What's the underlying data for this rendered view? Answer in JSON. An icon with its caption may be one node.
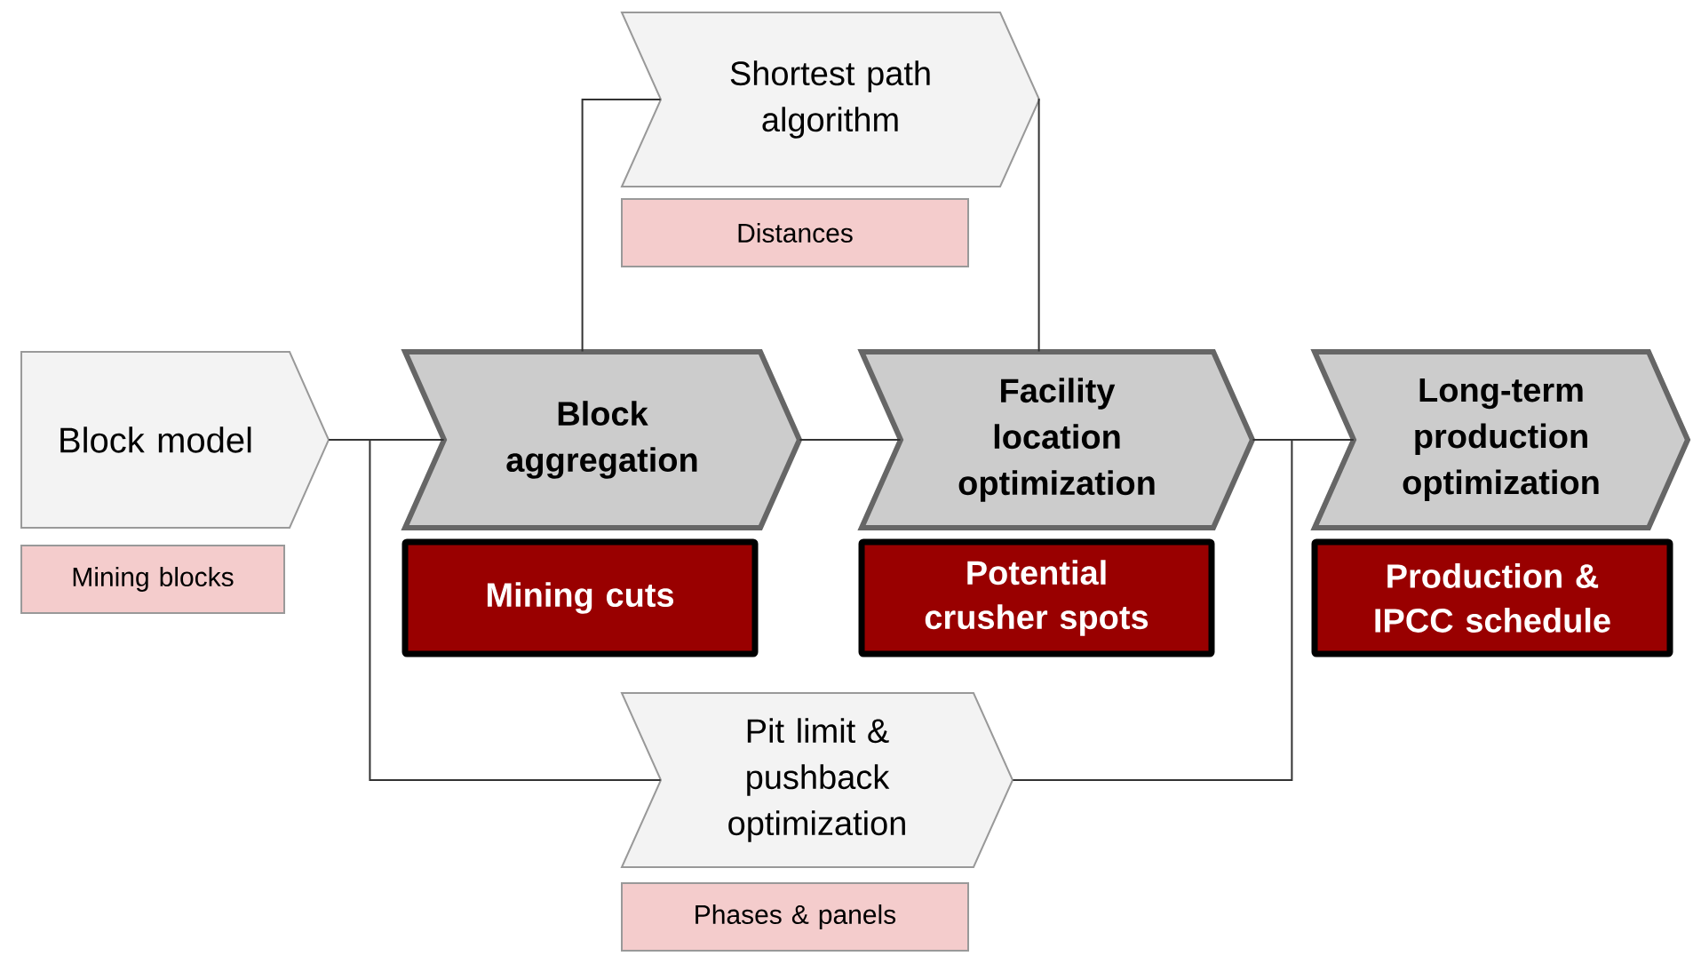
{
  "diagram": {
    "nodes": [
      {
        "text": [
          "Block model"
        ]
      },
      {
        "text": [
          "Mining blocks"
        ]
      },
      {
        "text": [
          "Shortest path algorithm"
        ]
      },
      {
        "text": [
          "Distances"
        ]
      },
      {
        "text": [
          "Block aggregation"
        ]
      },
      {
        "text": [
          "Mining cuts"
        ]
      },
      {
        "text": [
          "Facility location optimization"
        ]
      },
      {
        "text": [
          "Potential crusher spots"
        ]
      },
      {
        "text": [
          "Long-term production optimization"
        ]
      },
      {
        "text": [
          "Production & IPCC schedule"
        ]
      },
      {
        "text": [
          "Pit limit & pushback optimization"
        ]
      },
      {
        "text": [
          "Phases & panels"
        ]
      }
    ],
    "edges": [
      {
        "from": 0,
        "to": 4,
        "arrow": "none"
      },
      {
        "from": 0,
        "to": 10,
        "arrow": "none"
      },
      {
        "from": 4,
        "to": 2,
        "arrow": "none"
      },
      {
        "from": 2,
        "to": 6,
        "arrow": "none"
      },
      {
        "from": 4,
        "to": 6,
        "arrow": "none"
      },
      {
        "from": 6,
        "to": 8,
        "arrow": "none"
      },
      {
        "from": 10,
        "to": 8,
        "arrow": "none"
      }
    ]
  }
}
